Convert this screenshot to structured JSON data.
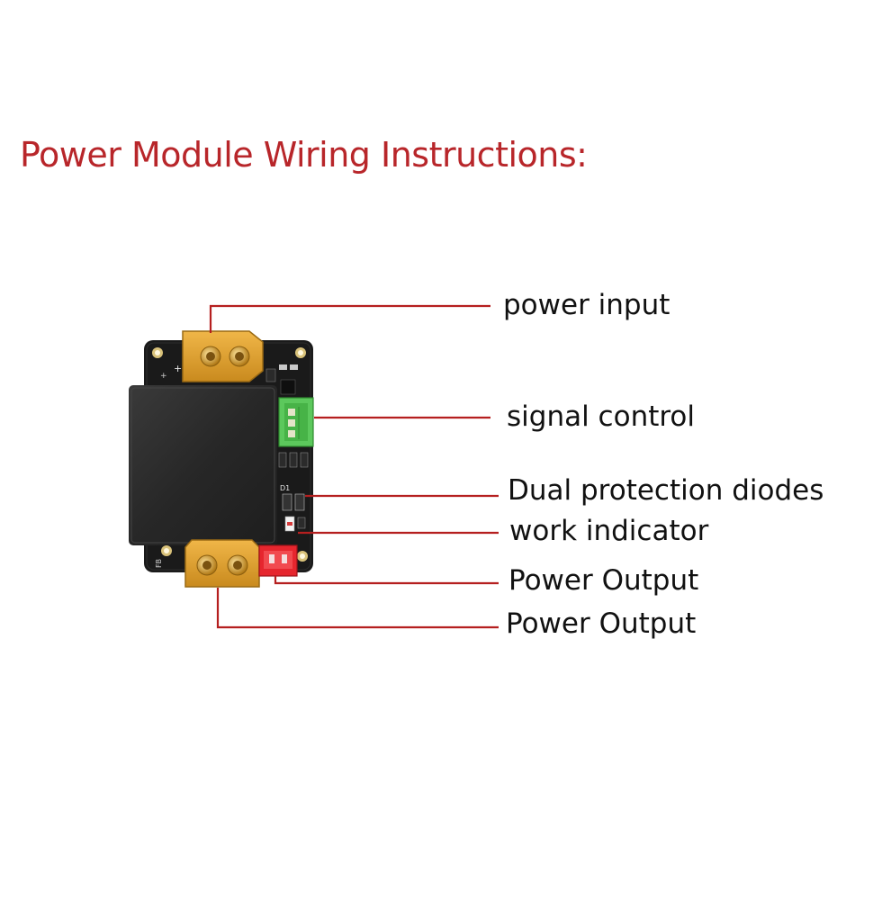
{
  "title": "Power Module Wiring Instructions:",
  "board_marks": {
    "input_polarity": "+",
    "input_polarity_alt": "+",
    "diode_label": "D1",
    "output_mark": "FB"
  },
  "callouts": [
    {
      "id": "power-input",
      "label": "power input"
    },
    {
      "id": "signal-control",
      "label": "signal control"
    },
    {
      "id": "dual-protection-diodes",
      "label": "Dual protection diodes"
    },
    {
      "id": "work-indicator",
      "label": "work indicator"
    },
    {
      "id": "power-output-jst",
      "label": "Power Output"
    },
    {
      "id": "power-output-xt60",
      "label": "Power Output"
    }
  ],
  "colors": {
    "title": "#b8262a",
    "leader_line": "#b51f1f",
    "pcb": "#1a1a1a",
    "inductor": "#2b2b2b",
    "xt60": "#e0a030",
    "signal_connector": "#5cc85c",
    "jst_connector": "#e6262e"
  }
}
